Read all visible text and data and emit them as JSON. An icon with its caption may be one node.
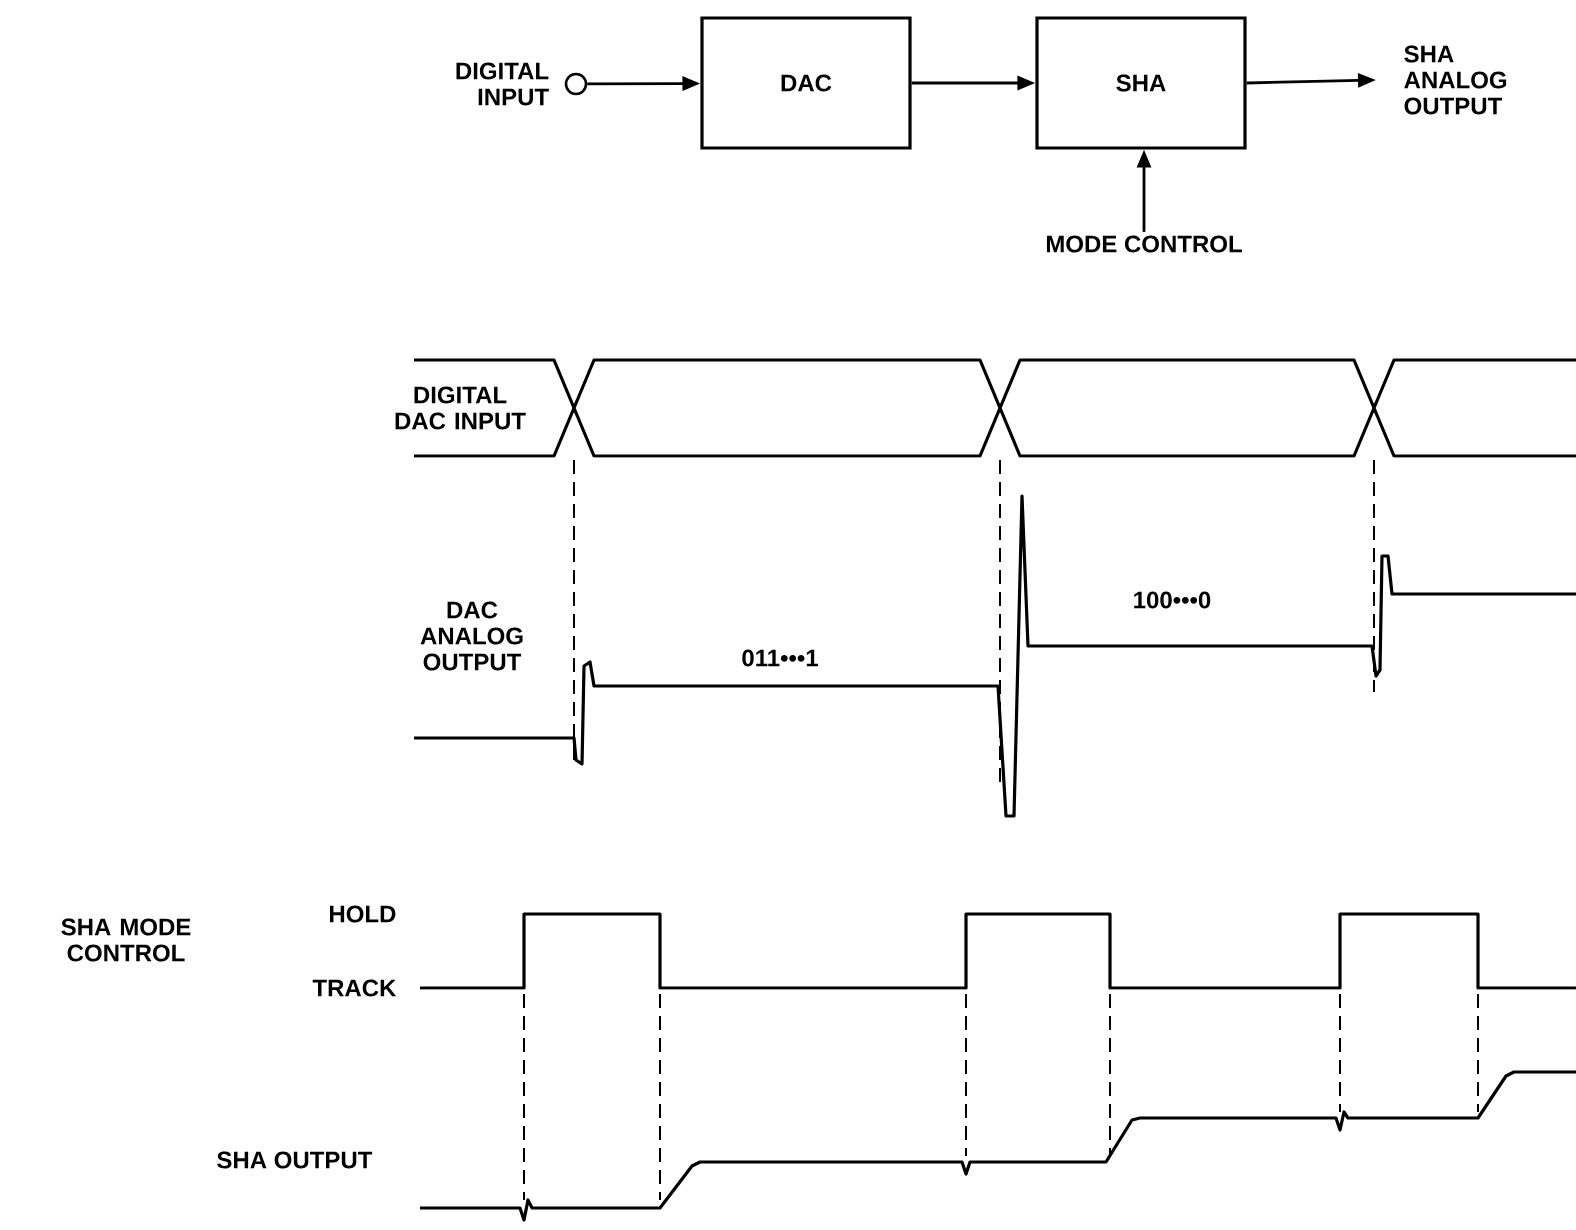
{
  "diagram": {
    "nodes": [
      {
        "text": [],
        "shape": "circle",
        "beside": [
          "DIGITAL INPUT"
        ]
      },
      {
        "text": [
          "DAC"
        ]
      },
      {
        "text": [
          "SHA"
        ]
      },
      {
        "text": [
          "SHA ANALOG OUTPUT"
        ]
      },
      {
        "text": [
          "MODE CONTROL"
        ]
      }
    ],
    "edges": [
      {
        "from": 0,
        "to": 1,
        "arrow": "to"
      },
      {
        "from": 1,
        "to": 2,
        "arrow": "to"
      },
      {
        "from": 2,
        "to": 3,
        "arrow": "to"
      },
      {
        "from": 4,
        "to": 2,
        "arrow": "to"
      }
    ],
    "labels": [
      "DIGITAL DAC INPUT",
      "DAC ANALOG OUTPUT",
      "011•••1",
      "100•••0",
      "SHA MODE CONTROL",
      "HOLD",
      "TRACK",
      "SHA OUTPUT"
    ]
  }
}
